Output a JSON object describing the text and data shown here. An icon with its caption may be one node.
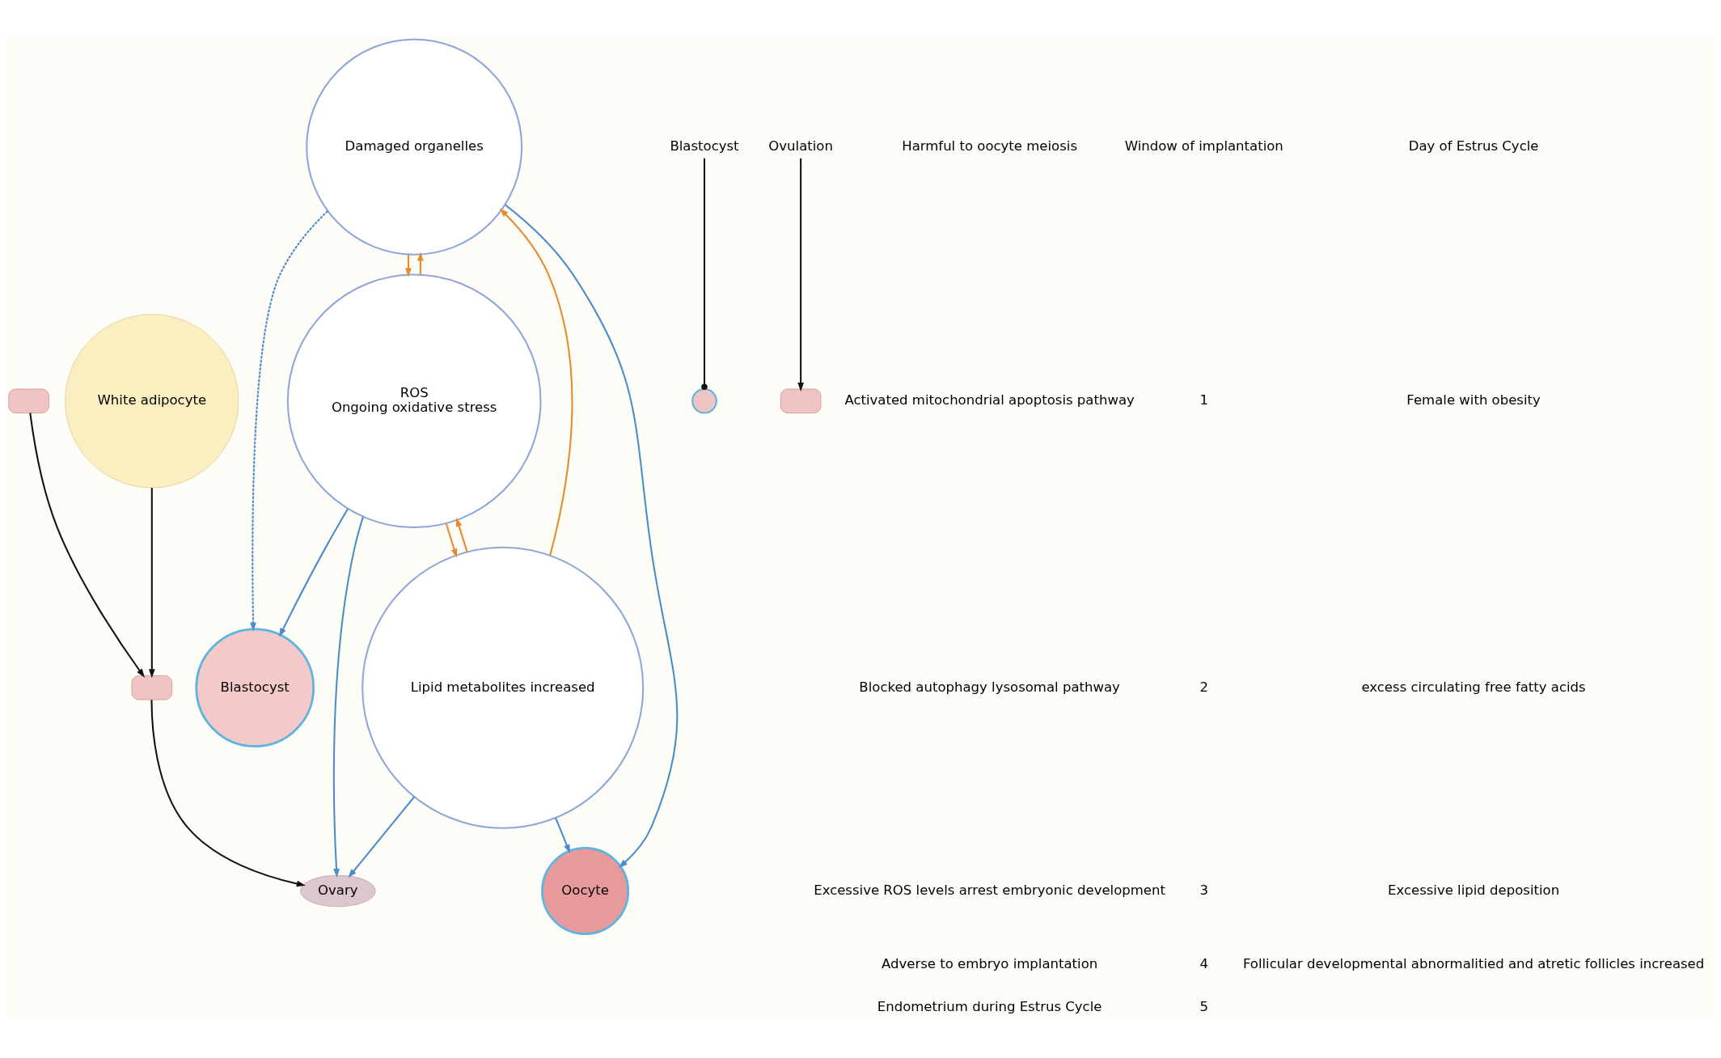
{
  "diagram": {
    "nodes": [
      {
        "text": [
          "Damaged organelles"
        ]
      },
      {
        "text": [
          "Oocyte"
        ]
      },
      {
        "text": [
          "Blastocyst"
        ]
      },
      {
        "text": [
          "Lipid metabolites increased"
        ]
      },
      {
        "text": [
          "ROS",
          "Ongoing oxidative stress"
        ]
      },
      {
        "text": [
          "Ovary"
        ]
      },
      {
        "text": [],
        "shape": "box"
      },
      {
        "text": [
          "White adipocyte"
        ]
      },
      {
        "text": [],
        "shape": "box"
      },
      {
        "text": [
          "Blastocyst"
        ]
      },
      {
        "text": [],
        "shape": "circle"
      },
      {
        "text": [
          "Ovulation"
        ]
      },
      {
        "text": [],
        "shape": "box"
      }
    ],
    "edges": [
      {
        "from": 0,
        "to": 1,
        "arrow": "to"
      },
      {
        "from": 0,
        "to": 2,
        "arrow": "to",
        "style": "dashed"
      },
      {
        "from": 3,
        "to": 1,
        "arrow": "to"
      },
      {
        "from": 4,
        "to": 2,
        "arrow": "to"
      },
      {
        "from": 3,
        "to": 5,
        "arrow": "to"
      },
      {
        "from": 4,
        "to": 5,
        "arrow": "to"
      },
      {
        "from": 3,
        "to": 0,
        "arrow": "to",
        "color": "#e8892b"
      },
      {
        "from": 0,
        "to": 4,
        "arrow": "to",
        "color": "#e8892b"
      },
      {
        "from": 4,
        "to": 0,
        "arrow": "to",
        "color": "#e8892b"
      },
      {
        "from": 4,
        "to": 3,
        "arrow": "to",
        "color": "#e8892b"
      },
      {
        "from": 3,
        "to": 4,
        "arrow": "to",
        "color": "#e8892b"
      },
      {
        "from": 6,
        "to": 8,
        "arrow": "to",
        "color": "#111111"
      },
      {
        "from": 7,
        "to": 8,
        "arrow": "to",
        "color": "#111111"
      },
      {
        "from": 8,
        "to": 5,
        "arrow": "to",
        "color": "#111111"
      },
      {
        "from": 9,
        "to": 10,
        "arrow": "other",
        "color": "#111111"
      },
      {
        "from": 11,
        "to": 12,
        "arrow": "to",
        "color": "#111111"
      }
    ],
    "labels": [
      "Harmful to oocyte meiosis",
      "Activated mitochondrial apoptosis pathway",
      "Blocked autophagy lysosomal pathway",
      "Excessive ROS levels arrest embryonic development",
      "Adverse to embryo implantation",
      "Endometrium during Estrus Cycle",
      "Window of implantation",
      "1",
      "2",
      "3",
      "4",
      "5",
      "Day of Estrus Cycle",
      "Female with obesity",
      "excess circulating free fatty acids",
      "Excessive lipid deposition",
      "Follicular developmental abnormalitied and atretic follicles increased"
    ]
  }
}
